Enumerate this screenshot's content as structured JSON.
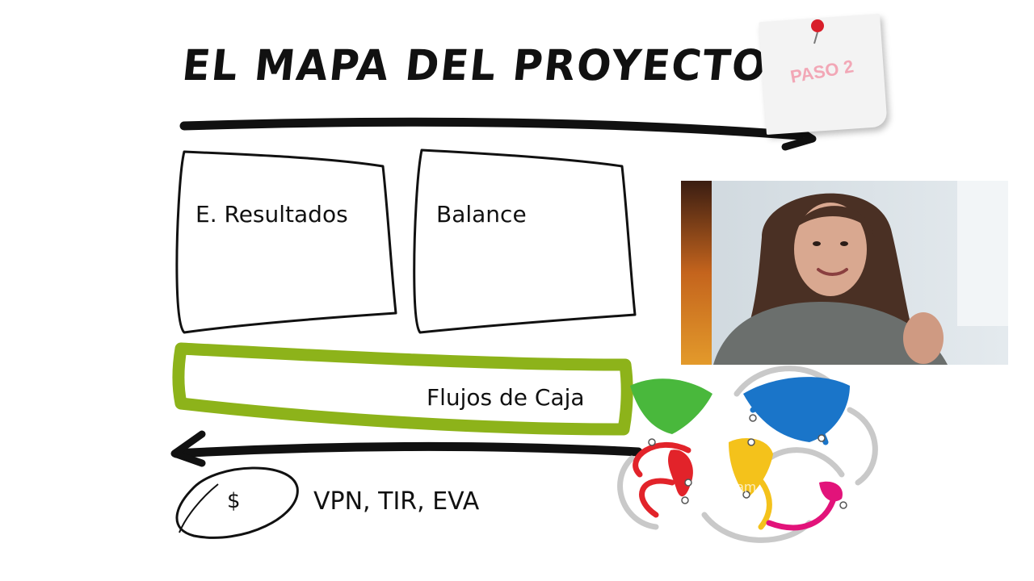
{
  "slide": {
    "title": "EL MAPA DEL PROYECTO",
    "step_note": "PASO 2",
    "boxes": {
      "resultados": "E. Resultados",
      "balance": "Balance",
      "flujos": "Flujos de Caja"
    },
    "currency_symbol": "$",
    "metrics": "VPN, TIR, EVA",
    "watermark": "Stockam"
  },
  "colors": {
    "ink": "#111111",
    "highlight_green": "#8db31a",
    "note_text": "#f2a7b6",
    "pin": "#d81e2a",
    "map_green": "#49b83c",
    "map_blue": "#1a75c9",
    "map_yellow": "#f4c21b",
    "map_red": "#e2232a",
    "map_magenta": "#e2137a"
  },
  "icons": [
    "push-pin-icon",
    "webcam-presenter-image",
    "world-map-graphic"
  ]
}
